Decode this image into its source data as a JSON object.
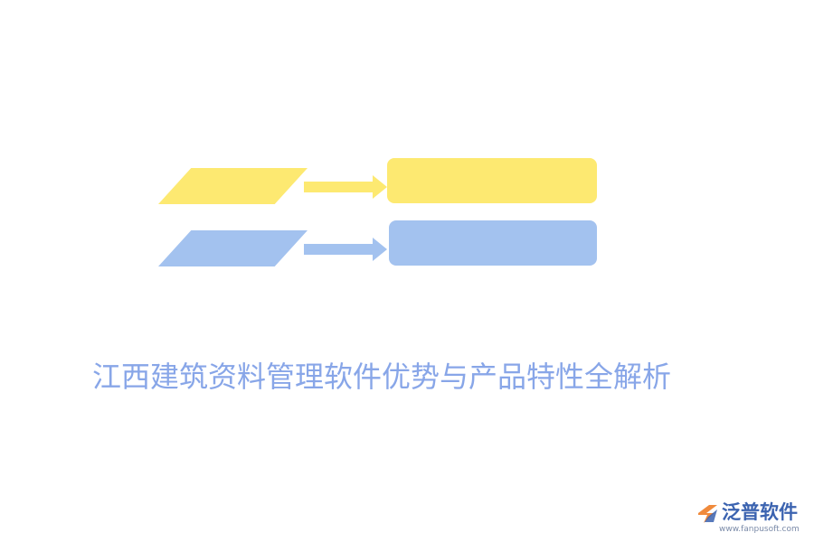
{
  "title": "江西建筑资料管理软件优势与产品特性全解析",
  "colors": {
    "yellow": "#fde971",
    "blue": "#a3c2ef",
    "title_text": "#88a6e8",
    "logo_text": "#3b63b0",
    "logo_orange": "#f08a3c"
  },
  "logo": {
    "name": "泛普软件",
    "url": "www.fanpusoft.com",
    "icon": "fanpu-logo-icon"
  }
}
